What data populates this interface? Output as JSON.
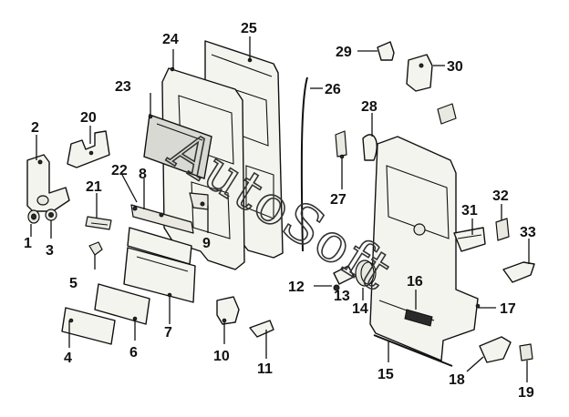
{
  "watermark": "AutoSoft",
  "labels": [
    "1",
    "2",
    "3",
    "4",
    "5",
    "6",
    "7",
    "8",
    "9",
    "10",
    "11",
    "12",
    "13",
    "14",
    "15",
    "16",
    "17",
    "18",
    "19",
    "20",
    "21",
    "22",
    "23",
    "24",
    "25",
    "26",
    "27",
    "28",
    "29",
    "30",
    "31",
    "32",
    "33"
  ]
}
